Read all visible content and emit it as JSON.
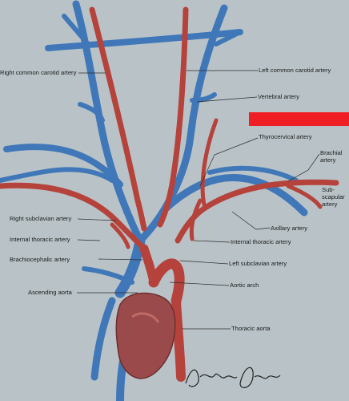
{
  "colors": {
    "background": "#b7c1c5",
    "artery": "#b5423b",
    "vein": "#3f77b8",
    "heart": "#9a4a4a",
    "redaction": "#ef1d24"
  },
  "labels": {
    "right_common_carotid": "Right common carotid artery",
    "left_common_carotid": "Left common carotid artery",
    "vertebral": "Vertebral artery",
    "thyrocervical": "Thyrocervical artery",
    "brachial": "Brachial artery",
    "subscapular": "Sub- scapular artery",
    "right_subclavian": "Right subclavian artery",
    "axillary": "Axillary artery",
    "internal_thoracic_left": "Internal thoracic artery",
    "internal_thoracic_right": "Internal thoracic artery",
    "brachiocephalic": "Brachiocephalic artery",
    "left_subclavian": "Left subclavian artery",
    "aortic_arch": "Aortic arch",
    "ascending_aorta": "Ascending aorta",
    "thoracic_aorta": "Thoracic aorta"
  },
  "signature": "Arnold Smith"
}
